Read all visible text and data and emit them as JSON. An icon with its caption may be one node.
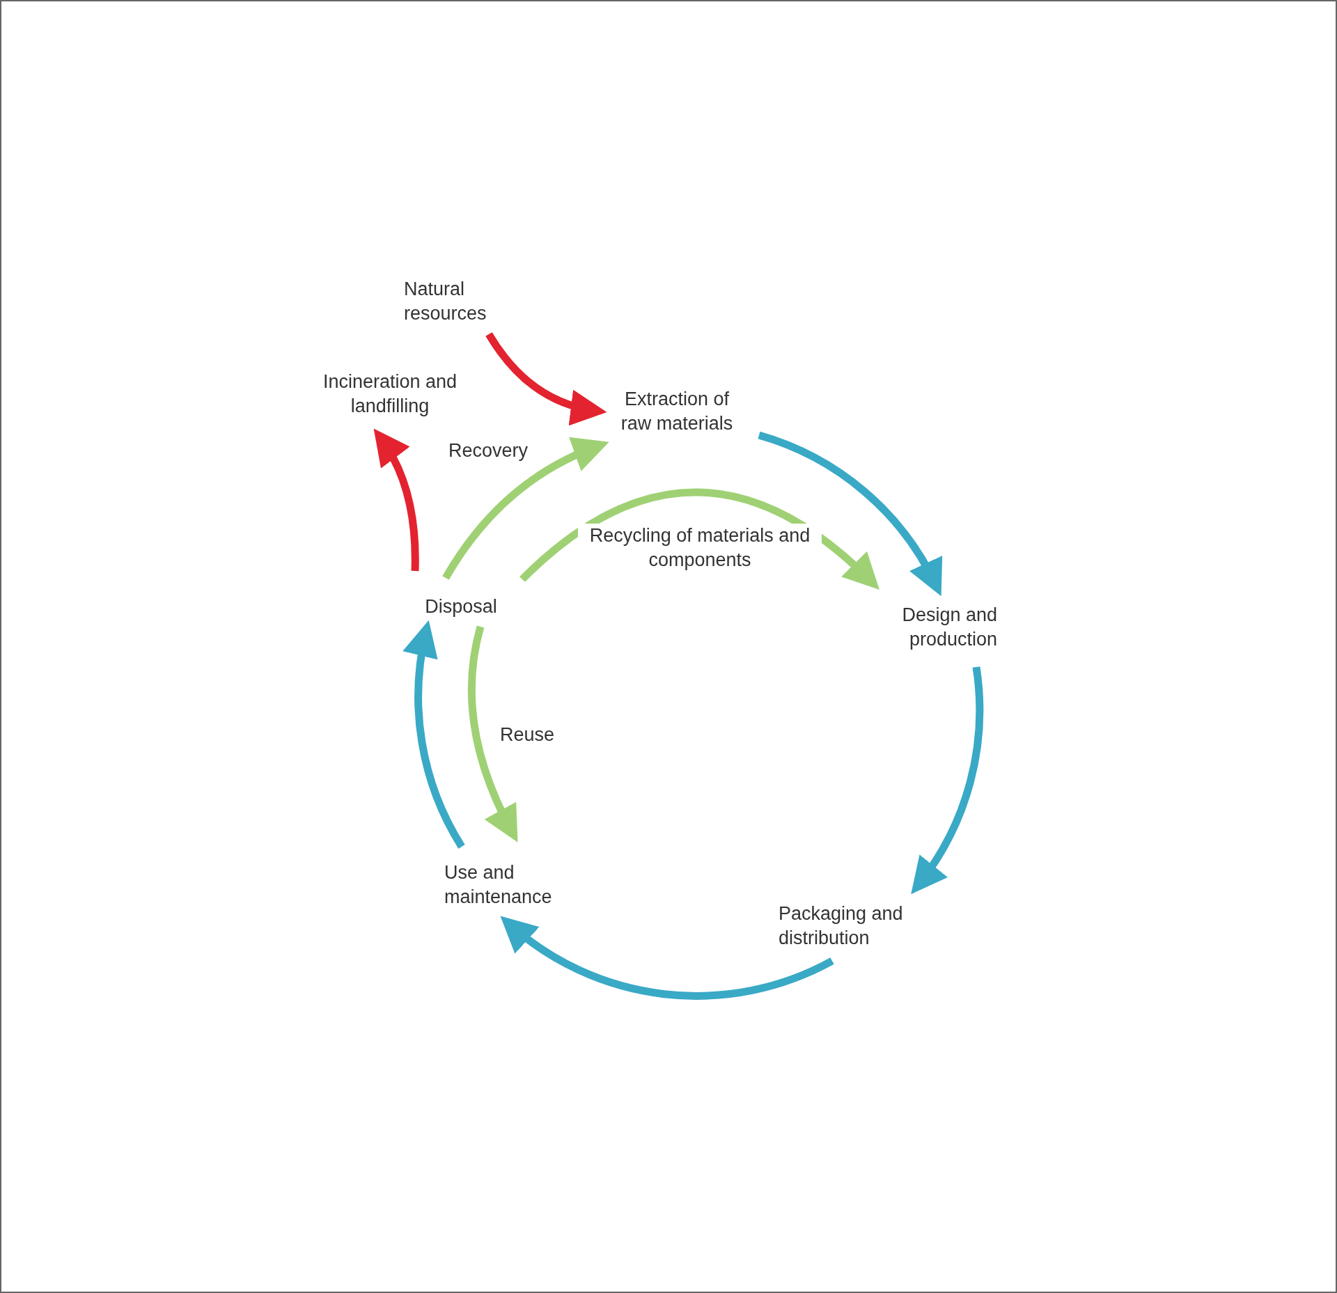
{
  "diagram": {
    "nodes": [
      {
        "text": [
          "Natural resources"
        ]
      },
      {
        "text": [
          "Incineration and landfilling"
        ]
      },
      {
        "text": [
          "Extraction of raw materials"
        ]
      },
      {
        "text": [
          "Design and production"
        ]
      },
      {
        "text": [
          "Packaging and distribution"
        ]
      },
      {
        "text": [
          "Use and maintenance"
        ]
      },
      {
        "text": [
          "Disposal"
        ]
      }
    ],
    "edges": [
      {
        "from": 0,
        "to": 2,
        "arrow": "to",
        "color": "#e3232f"
      },
      {
        "from": 2,
        "to": 3,
        "arrow": "to"
      },
      {
        "from": 3,
        "to": 4,
        "arrow": "to"
      },
      {
        "from": 4,
        "to": 5,
        "arrow": "to"
      },
      {
        "from": 5,
        "to": 6,
        "arrow": "to"
      },
      {
        "from": 6,
        "to": 1,
        "arrow": "to",
        "color": "#e3232f"
      },
      {
        "from": 6,
        "to": 2,
        "arrow": "to",
        "label": "Recovery",
        "color": "#9fd174"
      },
      {
        "from": 6,
        "to": 3,
        "arrow": "to",
        "label": "Recycling of materials and components",
        "color": "#9fd174"
      },
      {
        "from": 6,
        "to": 5,
        "arrow": "to",
        "label": "Reuse",
        "color": "#9fd174"
      }
    ]
  }
}
